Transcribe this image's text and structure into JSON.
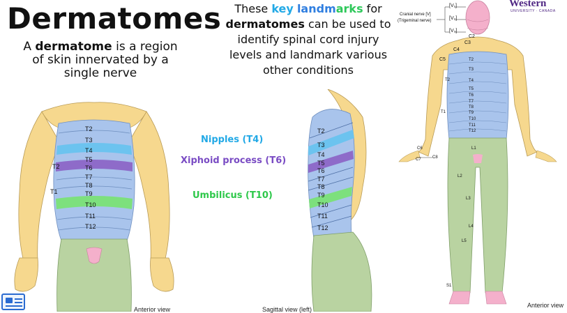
{
  "title": "Dermatomes",
  "definition": {
    "pre": "A ",
    "bold": "dermatome",
    "post": " is a region of skin innervated by a single nerve"
  },
  "intro": {
    "t1": "These ",
    "k1": "key",
    "k2": "landmarks",
    "t2": " for",
    "b1": "dermatomes",
    "t3": " can be used to identify spinal cord injury levels and landmark various other conditions"
  },
  "colors": {
    "key": "#22a9e6",
    "land1": "#2f7ee0",
    "land2": "#2ec85a",
    "marks": "#8a55d6",
    "blue": "#a9c4ec",
    "yellow": "#f6d88e",
    "green": "#b9d3a1",
    "nipple": "#6cc3ef",
    "xiphoid": "#8e6bc9",
    "umbilicus": "#7de07d",
    "pink": "#f4b0cb"
  },
  "landmarks": {
    "nipples": "Nipples (T4)",
    "xiphoid": "Xiphoid process (T6)",
    "umbilicus": "Umbilicus (T10)"
  },
  "front_labels": {
    "thoracic": [
      "T2",
      "T3",
      "T4",
      "T5",
      "T6",
      "T7",
      "T8",
      "T9",
      "T10",
      "T11",
      "T12"
    ],
    "side1": "T2",
    "side2": "T1"
  },
  "sagittal_labels": [
    "T2",
    "T3",
    "T4",
    "T5",
    "T6",
    "T7",
    "T8",
    "T9",
    "T10",
    "T11",
    "T12"
  ],
  "captions": {
    "front": "Anterior view",
    "sagittal": "Sagittal view (left)",
    "right": "Anterior view"
  },
  "logo": {
    "name": "Western",
    "sub": "UNIVERSITY · CANADA"
  },
  "right_figure": {
    "cranial": "Cranial nerve [V]",
    "trigeminal": "(Trigeminal nerve)",
    "v1": "[V₁]",
    "v2": "[V₂]",
    "v3": "[V₃]",
    "neck": [
      "C2",
      "C3",
      "C4",
      "C5"
    ],
    "torso": [
      "T2",
      "T3",
      "T4",
      "T5",
      "T6",
      "T7",
      "T8",
      "T9",
      "T10",
      "T11",
      "T12"
    ],
    "arm": [
      "T2",
      "T1",
      "C6",
      "C7",
      "C8"
    ],
    "legs": [
      "L1",
      "L2",
      "L3",
      "L4",
      "L5",
      "S1"
    ]
  }
}
